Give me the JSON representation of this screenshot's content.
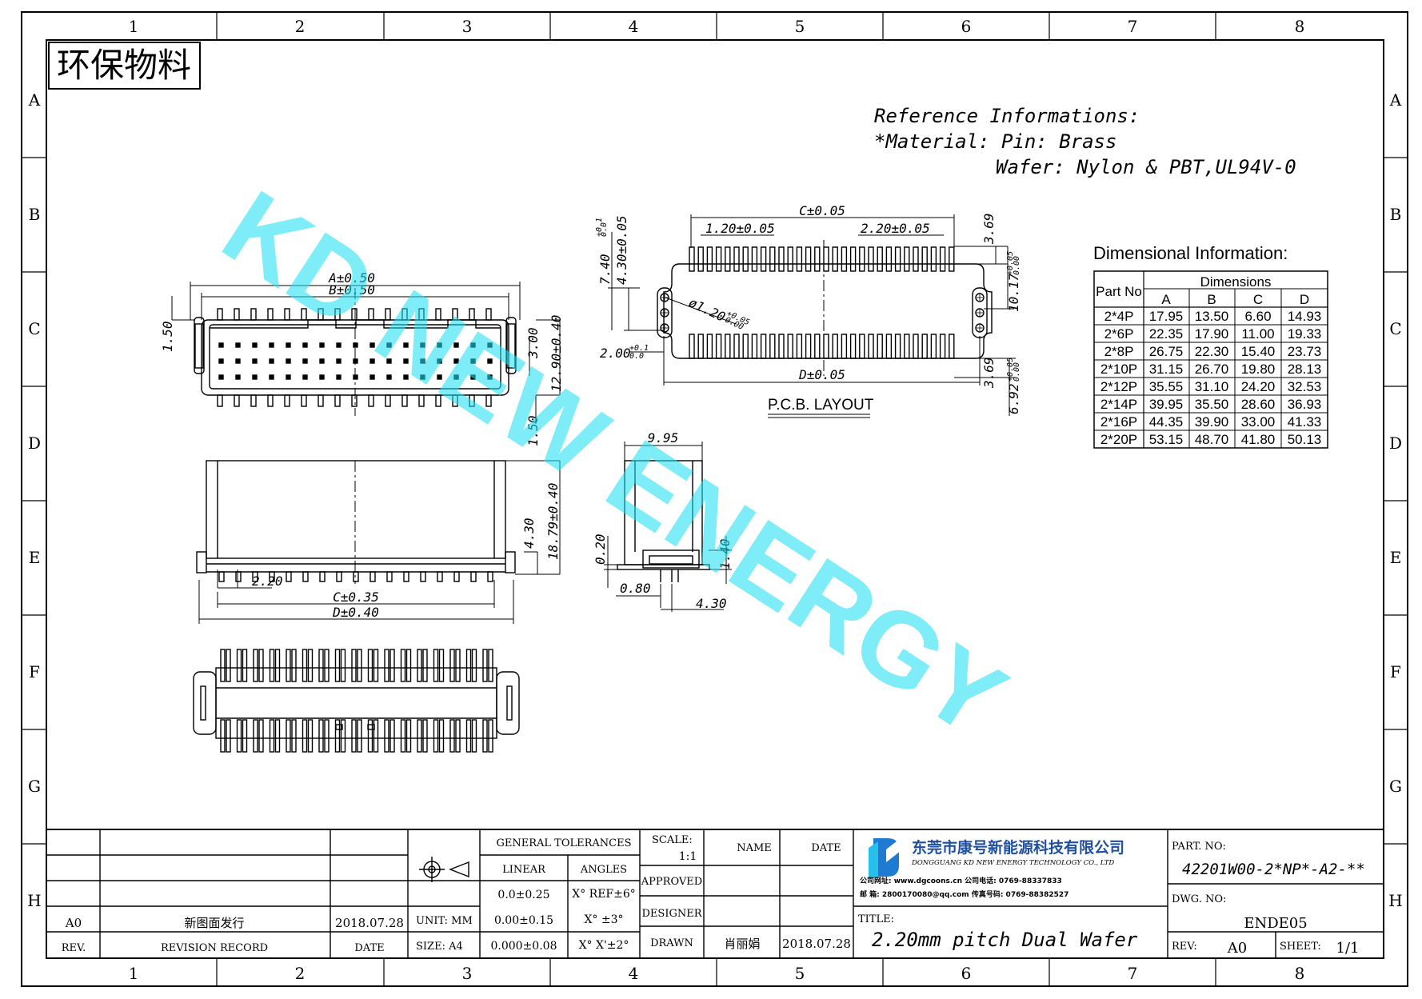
{
  "frame": {
    "columns": [
      "1",
      "2",
      "3",
      "4",
      "5",
      "6",
      "7",
      "8"
    ],
    "rows": [
      "A",
      "B",
      "C",
      "D",
      "E",
      "F",
      "G",
      "H"
    ]
  },
  "eco_stamp": "环保物料",
  "reference": {
    "line1": "Reference Informations:",
    "line2": "*Material: Pin: Brass",
    "line3": "Wafer: Nylon & PBT,UL94V-0"
  },
  "watermark": "KD NEW ENERGY",
  "dimension_table": {
    "title": "Dimensional  Information:",
    "part_no_header": "Part  No",
    "dimensions_header": "Dimensions",
    "columns": [
      "A",
      "B",
      "C",
      "D"
    ],
    "rows": [
      {
        "part": "2*4P",
        "A": "17.95",
        "B": "13.50",
        "C": "6.60",
        "D": "14.93"
      },
      {
        "part": "2*6P",
        "A": "22.35",
        "B": "17.90",
        "C": "11.00",
        "D": "19.33"
      },
      {
        "part": "2*8P",
        "A": "26.75",
        "B": "22.30",
        "C": "15.40",
        "D": "23.73"
      },
      {
        "part": "2*10P",
        "A": "31.15",
        "B": "26.70",
        "C": "19.80",
        "D": "28.13"
      },
      {
        "part": "2*12P",
        "A": "35.55",
        "B": "31.10",
        "C": "24.20",
        "D": "32.53"
      },
      {
        "part": "2*14P",
        "A": "39.95",
        "B": "35.50",
        "C": "28.60",
        "D": "36.93"
      },
      {
        "part": "2*16P",
        "A": "44.35",
        "B": "39.90",
        "C": "33.00",
        "D": "41.33"
      },
      {
        "part": "2*20P",
        "A": "53.15",
        "B": "48.70",
        "C": "41.80",
        "D": "50.13"
      }
    ]
  },
  "dims": {
    "top_a": "A±0.50",
    "top_b": "B±0.50",
    "top_150_left": "1.50",
    "top_300": "3.00",
    "top_1290": "12.90±0.40",
    "top_150_bottom": "1.50",
    "side_430": "4.30",
    "side_1879": "18.79±0.40",
    "side_220": "2.20",
    "side_c": "C±0.35",
    "side_d": "D±0.40",
    "end_995": "9.95",
    "end_020": "0.20",
    "end_140": "1.40",
    "end_080": "0.80",
    "end_430": "4.30",
    "pcb_c": "C±0.05",
    "pcb_120": "1.20±0.05",
    "pcb_220": "2.20±0.05",
    "pcb_369_top": "3.69",
    "pcb_740": "7.40",
    "pcb_430": "4.30±0.05",
    "pcb_hole": "ø1.20",
    "pcb_1017": "10.17",
    "pcb_200": "2.00",
    "pcb_d": "D±0.05",
    "pcb_369_bottom": "3.69",
    "pcb_692": "6.92",
    "tol_plus": "+0.05",
    "tol_zero": "0.00",
    "tol_plus1": "+0.1",
    "tol_zero1": "0.0",
    "pcb_caption": "P.C.B.  LAYOUT"
  },
  "title_block": {
    "general_tolerances": "GENERAL  TOLERANCES",
    "linear": "LINEAR",
    "angles": "ANGLES",
    "lin1": "0.0±0.25",
    "ang1": "X° REF±6°",
    "lin2": "0.00±0.15",
    "ang2": "X° ±3°",
    "lin3": "0.000±0.08",
    "ang3": "X° X'±2°",
    "unit": "UNIT:  MM",
    "size": "SIZE:  A4",
    "scale_label": "SCALE:",
    "scale_value": "1:1",
    "name": "NAME",
    "date": "DATE",
    "approved": "APPROVED",
    "designer": "DESIGNER",
    "drawn": "DRAWN",
    "drawn_name": "肖丽娟",
    "drawn_date": "2018.07.28",
    "rev_code": "A0",
    "rev_record_text": "新图面发行",
    "rev_date": "2018.07.28",
    "rev_label": "REV.",
    "revision_record": "REVISION  RECORD",
    "date_label": "DATE",
    "company_cn": "东莞市康号新能源科技有限公司",
    "company_en": "DONGGUANG  KD  NEW  ENERGY  TECHNOLOGY  CO., LTD",
    "contact1": "公司网址: www.dgcoons.cn    公司电话: 0769-88337833",
    "contact2": "邮    箱: 2800170080@qq.com   传真号码: 0769-88382527",
    "title_label": "TITLE:",
    "title": "2.20mm  pitch  Dual  Wafer",
    "part_no_label": "PART. NO:",
    "part_no": "42201W00-2*NP*-A2-**",
    "dwg_no_label": "DWG. NO:",
    "dwg_no": "ENDE05",
    "rev2_label": "REV:",
    "rev2": "A0",
    "sheet_label": "SHEET:",
    "sheet": "1/1"
  }
}
